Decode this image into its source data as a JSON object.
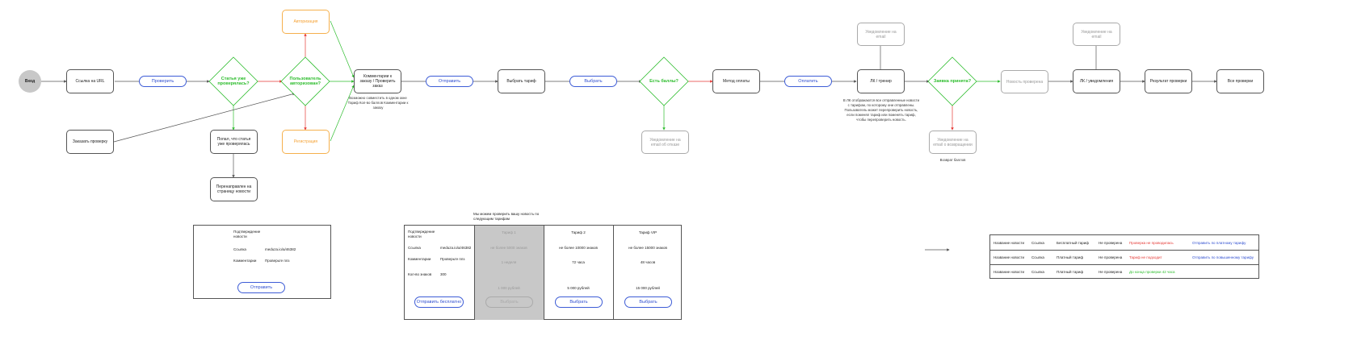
{
  "colors": {
    "line": "#555555",
    "green": "#2ebd2e",
    "red": "#e53935",
    "orange": "#f5b04d",
    "blue": "#2f4ed0",
    "gray": "#aaaaaa"
  },
  "flow": {
    "start": "Вход",
    "link_by_url": "Ссылка на URL",
    "check_pill": "Проверить",
    "decision_checked": "Статья уже проверялась?",
    "decision_authorized": "Пользователь авторизован?",
    "authorization": "Авторизация",
    "registration": "Регистрация",
    "order_check": "Заказать проверку",
    "got_checked": "Попал, что статья уже проверялась",
    "redirect": "Перенаправлен на страницу новости",
    "order_comment": "Комментарии к заказу / Проверить заказ",
    "order_note": "Возможно совместить в одном окне Тариф Кол-во баллов Комментарии к заказу",
    "send_pill": "Отправить",
    "choose_tariff": "Выбрать тариф",
    "choose_pill": "Выбрать",
    "decision_points": "Есть баллы?",
    "notify_no_points": "Уведомление на email об отказе",
    "payment_method": "Метод оплаты",
    "pay_pill": "Оплатить",
    "cabinet_list": "ЛК / тренир",
    "notify_email_1": "Уведомление на email",
    "cabinet_note": "В ЛК отображаются все отправленные новости с тарифом, по которому они отправлены. Пользователь может перепроверить новость, если поменял тариф или поменять тариф, чтобы перепроверить новость.",
    "decision_accepted": "Заявка принята?",
    "notify_rejected": "Уведомление на email о возвращении",
    "refund": "Возврат баллов",
    "news_checking": "Новость проверена",
    "notify_email_2": "Уведомление на email",
    "cabinet_notifications": "ЛК / уведомления",
    "check_result": "Результат проверки",
    "all_checks": "Все проверки"
  },
  "panel_free": {
    "title": "Подтверждение новости",
    "link_label": "Ссылка",
    "link_value": "meduza.io/a/46382",
    "comment_label": "Комментарии",
    "comment_value": "Проверьте плз",
    "send_button": "Отправить"
  },
  "panel_tariffs": {
    "header_note": "Мы можем проверить вашу новость по следующим тарифам",
    "title": "Подтверждение новости",
    "link_label": "Ссылка",
    "link_value": "meduza.io/a/46382",
    "comment_label": "Комментарии",
    "comment_value": "Проверьте плз",
    "chars_label": "Кол-во знаков",
    "chars_value": "300",
    "send_free_button": "Отправить бесплатно",
    "tariffs": [
      {
        "name": "Тариф 1",
        "limit": "не более 5000 знаков",
        "time": "1 неделя",
        "price": "1 000 рублей",
        "button": "Выбрать",
        "disabled": true
      },
      {
        "name": "Тариф 2",
        "limit": "не более 10000 знаков",
        "time": "72 часа",
        "price": "5 000 рублей",
        "button": "Выбрать",
        "disabled": false
      },
      {
        "name": "Тариф VIP",
        "limit": "не более 15000 знаков",
        "time": "48 часов",
        "price": "15 000 рублей",
        "button": "Выбрать",
        "disabled": false
      }
    ]
  },
  "results_table": {
    "rows": [
      {
        "name": "Название новости",
        "link": "Ссылка",
        "tariff": "Бесплатный тариф",
        "status": "Не проверена",
        "result": "Проверка не проводилась",
        "result_color": "red",
        "action": "Отправить по платному тарифу"
      },
      {
        "name": "Название новости",
        "link": "Ссылка",
        "tariff": "Платный тариф",
        "status": "Не проверена",
        "result": "Тариф не подходит",
        "result_color": "red",
        "action": "Отправить по повышенному тарифу"
      },
      {
        "name": "Название новости",
        "link": "Ссылка",
        "tariff": "Платный тариф",
        "status": "Не проверена",
        "result": "До конца проверки 42 часа",
        "result_color": "green",
        "action": ""
      }
    ]
  }
}
